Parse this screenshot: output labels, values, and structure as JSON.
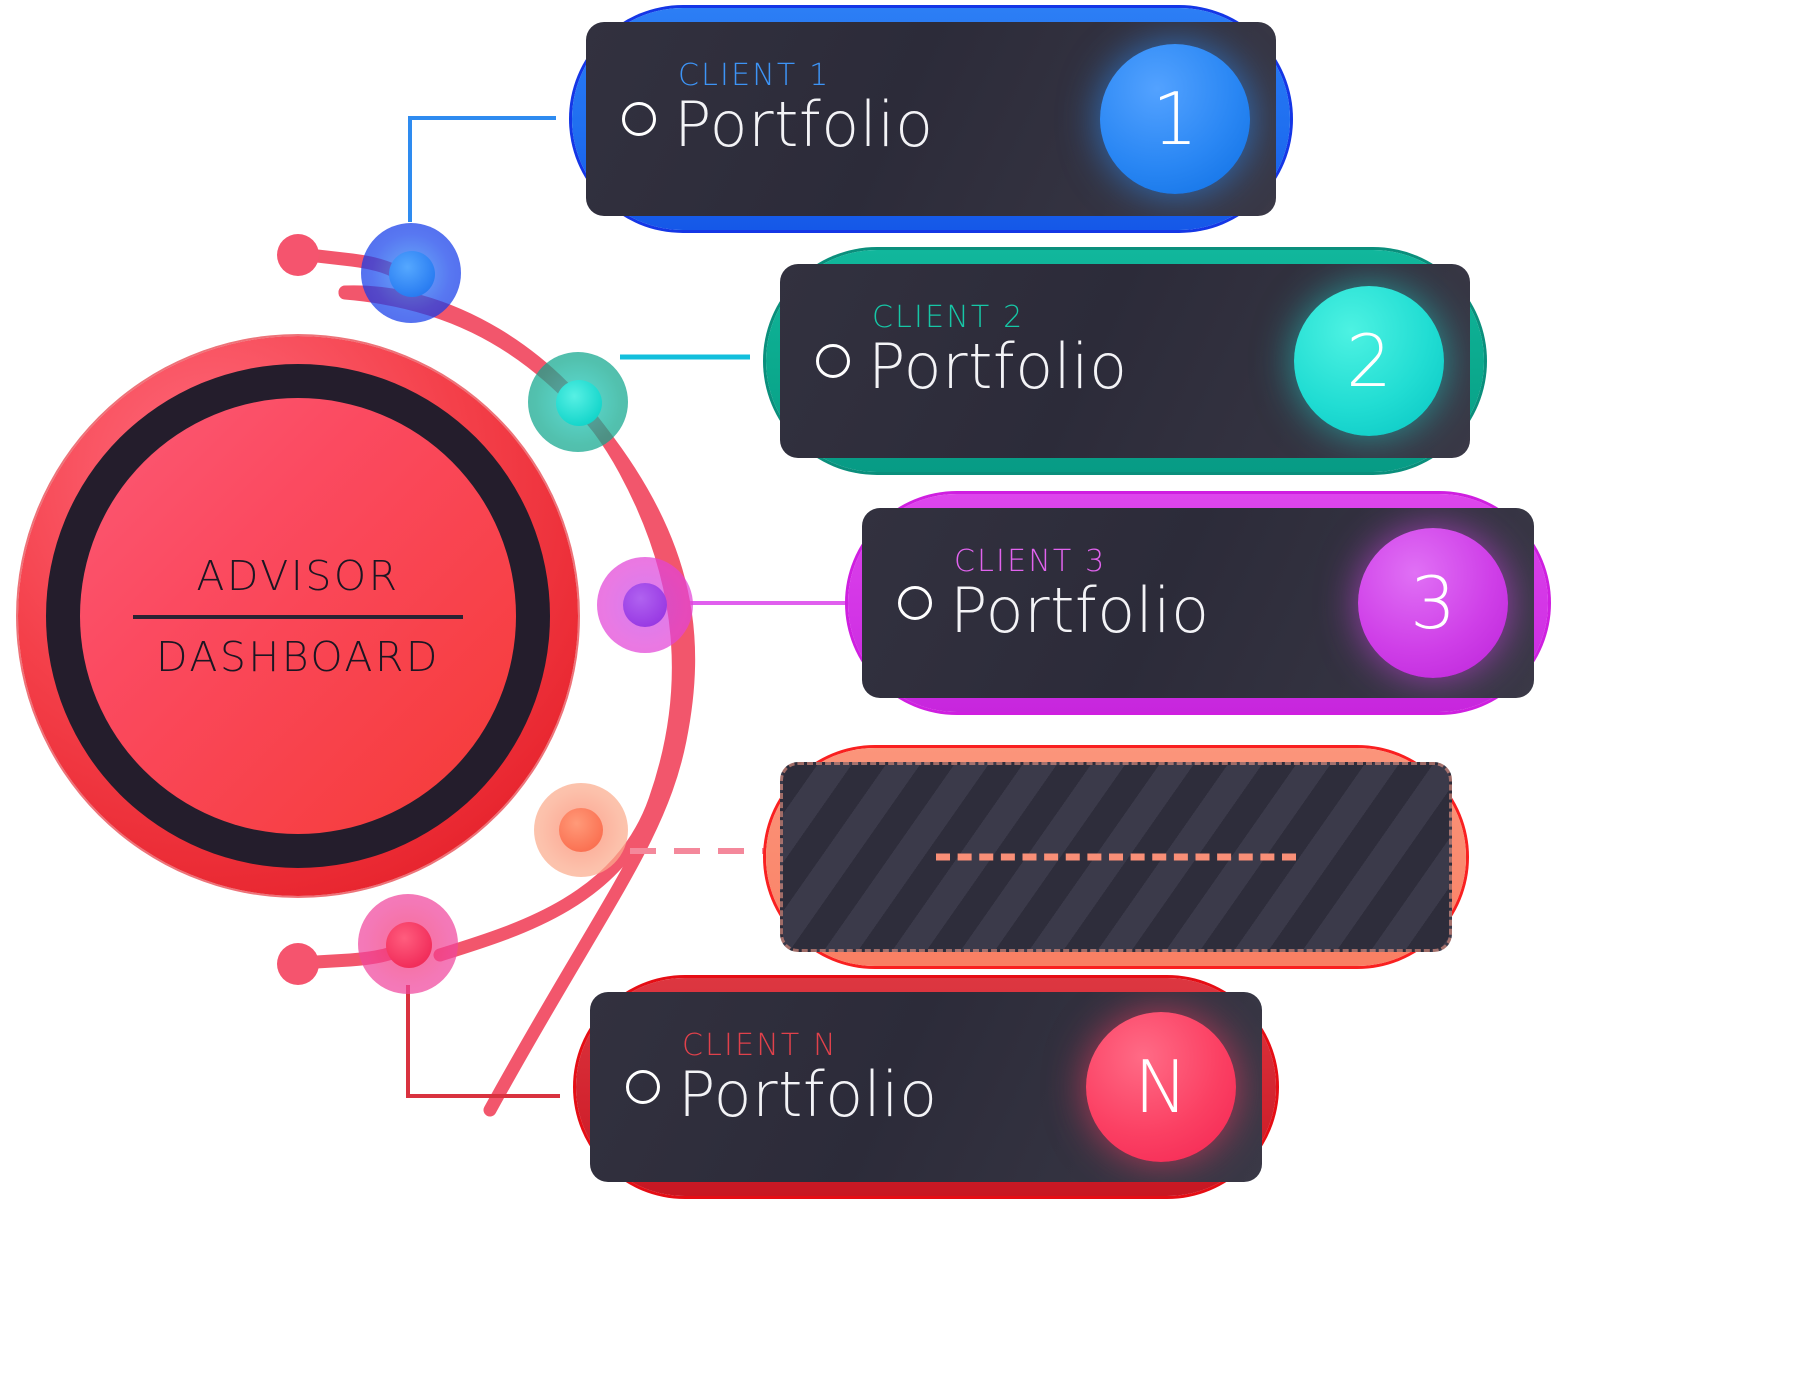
{
  "diagram": {
    "type": "hub-and-spoke",
    "hub": {
      "line1": "ADVISOR",
      "line2": "DASHBOARD",
      "color": "#f4404a",
      "core_color": "#fb4a60"
    },
    "cards": [
      {
        "label": "CLIENT 1",
        "title": "Portfolio",
        "badge": "1",
        "accent": "#1e7ff0",
        "label_color": "#3d94f6",
        "badge_gradient_from": "#2f8df7",
        "badge_gradient_to": "#0e7ae8",
        "connector_style": "solid"
      },
      {
        "label": "CLIENT 2",
        "title": "Portfolio",
        "badge": "2",
        "accent": "#0bb89a",
        "label_color": "#16c7a6",
        "badge_gradient_from": "#2ae3d6",
        "badge_gradient_to": "#09c6c0",
        "connector_style": "solid"
      },
      {
        "label": "CLIENT 3",
        "title": "Portfolio",
        "badge": "3",
        "accent": "#e040e8",
        "label_color": "#e163ee",
        "badge_gradient_from": "#d94cf0",
        "badge_gradient_to": "#c628e0",
        "connector_style": "solid"
      },
      {
        "label": "",
        "title": "",
        "badge": "",
        "accent": "#fa8d72",
        "label_color": "#fa8d72",
        "badge_gradient_from": "#fa8d72",
        "badge_gradient_to": "#fa8d72",
        "connector_style": "dashed",
        "placeholder": true
      },
      {
        "label": "CLIENT N",
        "title": "Portfolio",
        "badge": "N",
        "accent": "#d9212c",
        "label_color": "#e0414b",
        "badge_gradient_from": "#fb5470",
        "badge_gradient_to": "#f62b50",
        "connector_style": "solid"
      }
    ],
    "nodes": [
      {
        "name": "node-client-1",
        "color": "#1e7ff0",
        "halo": "#1030e8",
        "core": "#2d8df6"
      },
      {
        "name": "node-client-2",
        "color": "#0bb89a",
        "halo": "#0fb7a0",
        "core": "#2ce0d2"
      },
      {
        "name": "node-client-3",
        "color": "#c628e0",
        "halo": "#e23bd6",
        "core": "#a93ae0"
      },
      {
        "name": "node-placeholder",
        "color": "#fa8d72",
        "halo": "#fbb48e",
        "core": "#fb7c62"
      },
      {
        "name": "node-client-n",
        "color": "#f5356a",
        "halo": "#f2479a",
        "core": "#f0325f"
      }
    ],
    "endpoints": [
      {
        "name": "arc-endpoint-top",
        "color": "#f5546e"
      },
      {
        "name": "arc-endpoint-bottom",
        "color": "#f5546e"
      }
    ]
  }
}
